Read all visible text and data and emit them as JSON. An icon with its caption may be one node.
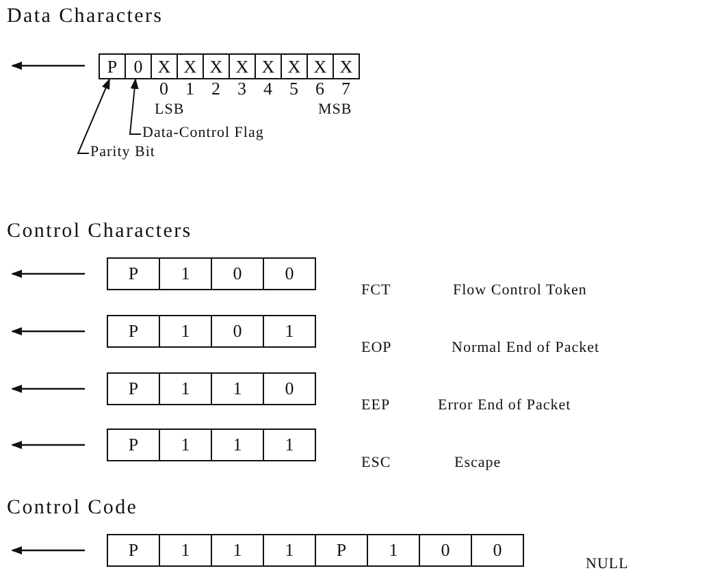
{
  "diagram": {
    "nodes": [
      {
        "text": [
          "P"
        ]
      },
      {
        "text": [
          "0"
        ]
      },
      {
        "text": [
          "X"
        ]
      },
      {
        "text": [
          "X"
        ]
      },
      {
        "text": [
          "X"
        ]
      },
      {
        "text": [
          "X"
        ]
      },
      {
        "text": [
          "X"
        ]
      },
      {
        "text": [
          "X"
        ]
      },
      {
        "text": [
          "X"
        ]
      },
      {
        "text": [
          "X"
        ]
      },
      {
        "text": [
          "Parity Bit"
        ]
      },
      {
        "text": [
          "Data-Control Flag"
        ]
      },
      {
        "text": [
          "P"
        ]
      },
      {
        "text": [
          "1"
        ]
      },
      {
        "text": [
          "0"
        ]
      },
      {
        "text": [
          "0"
        ]
      },
      {
        "text": [
          "P"
        ]
      },
      {
        "text": [
          "1"
        ]
      },
      {
        "text": [
          "0"
        ]
      },
      {
        "text": [
          "1"
        ]
      },
      {
        "text": [
          "P"
        ]
      },
      {
        "text": [
          "1"
        ]
      },
      {
        "text": [
          "1"
        ]
      },
      {
        "text": [
          "0"
        ]
      },
      {
        "text": [
          "P"
        ]
      },
      {
        "text": [
          "1"
        ]
      },
      {
        "text": [
          "1"
        ]
      },
      {
        "text": [
          "1"
        ]
      },
      {
        "text": [
          "P"
        ]
      },
      {
        "text": [
          "1"
        ]
      },
      {
        "text": [
          "1"
        ]
      },
      {
        "text": [
          "1"
        ]
      },
      {
        "text": [
          "P"
        ]
      },
      {
        "text": [
          "1"
        ]
      },
      {
        "text": [
          "0"
        ]
      },
      {
        "text": [
          "0"
        ]
      }
    ],
    "edges": [
      {
        "from": 10,
        "to": 0,
        "arrow": "to"
      },
      {
        "from": 11,
        "to": 1,
        "arrow": "to"
      }
    ],
    "labels": [
      "Data Characters",
      "0",
      "1",
      "2",
      "3",
      "4",
      "5",
      "6",
      "7",
      "LSB",
      "MSB",
      "Control Characters",
      "FCT",
      "Flow Control Token",
      "EOP",
      "Normal End of Packet",
      "EEP",
      "Error End of Packet",
      "ESC",
      "Escape",
      "Control Code",
      "NULL"
    ]
  }
}
